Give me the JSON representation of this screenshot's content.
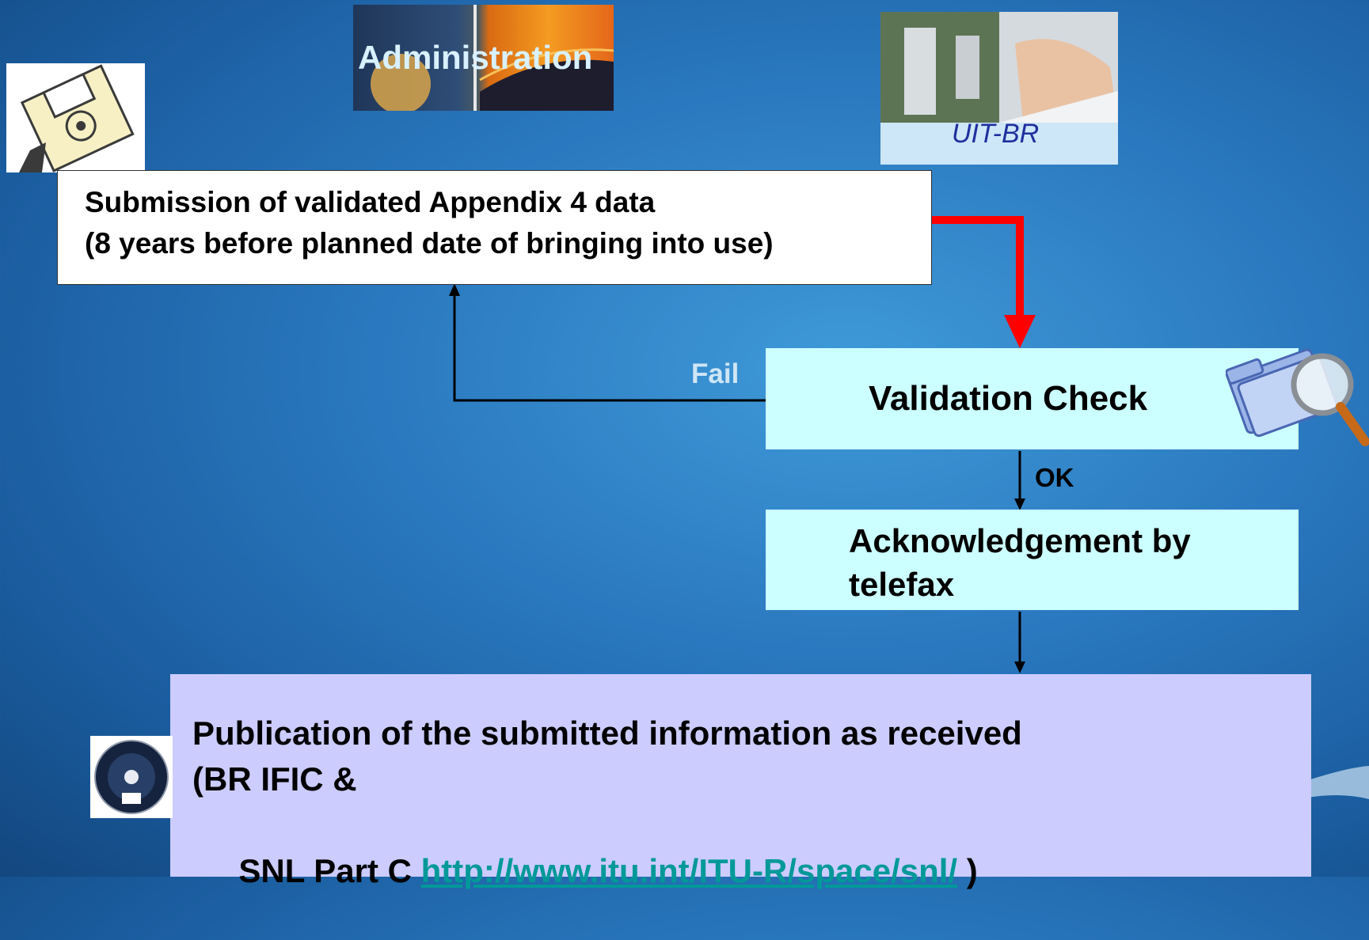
{
  "logos": {
    "administration": "Administration",
    "uitbr": "UIT-BR"
  },
  "boxes": {
    "submission": {
      "line1": "Submission of validated Appendix 4 data",
      "line2": "(8 years before planned date of bringing into use)"
    },
    "validation": "Validation Check",
    "acknowledgement": {
      "line1": "Acknowledgement by",
      "line2": "telefax"
    },
    "publication": {
      "line1": "Publication of the submitted information as received",
      "line2": "(BR IFIC &",
      "line3_prefix": " SNL Part C ",
      "link": "http://www.itu.int/ITU-R/space/snl/",
      "line3_suffix": " )"
    }
  },
  "labels": {
    "fail": "Fail",
    "ok": "OK"
  },
  "colors": {
    "main_arrow": "#ff0000",
    "validation_fill": "#ccffff",
    "publication_fill": "#ccccff",
    "link": "#009999"
  },
  "icons": [
    "floppy-disk-icon",
    "folder-magnifier-icon",
    "dvd-disc-icon"
  ]
}
